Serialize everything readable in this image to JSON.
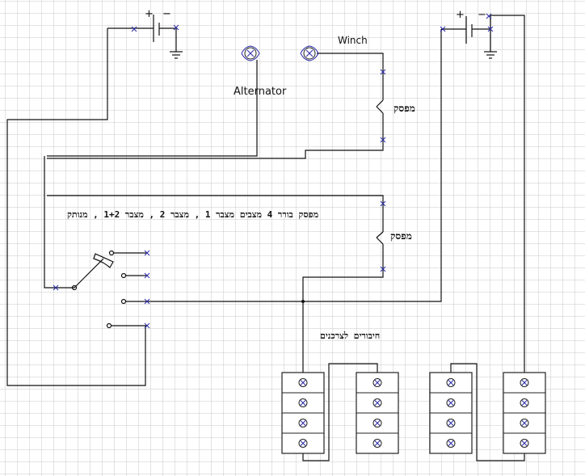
{
  "diagram": {
    "labels": {
      "winch": "Winch",
      "alternator": "Alternator",
      "switch_top": "מפסק",
      "switch_bottom": "מפסק",
      "selector_switch": "מפסק בורר 4 מצבים מצבר 1 , מצבר 2 , מצבר 1+2 , מנותק",
      "consumer_connections": "חיבורים לצרכנים"
    },
    "battery_signs": {
      "plus": "+",
      "minus": "−"
    },
    "colors": {
      "grid": "#c8c8c8",
      "wire": "#111111",
      "terminal_marker": "#2a2aa8",
      "background": "#ffffff"
    }
  }
}
